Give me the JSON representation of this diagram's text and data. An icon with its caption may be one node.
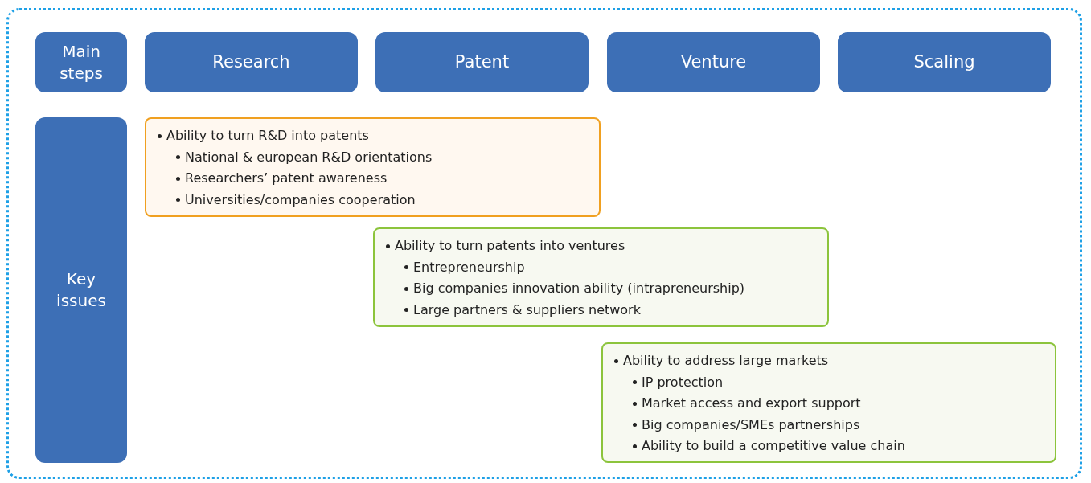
{
  "diagram": {
    "nodes": [
      {
        "text": [
          "Main steps"
        ]
      },
      {
        "text": [
          "Research"
        ]
      },
      {
        "text": [
          "Patent"
        ]
      },
      {
        "text": [
          "Venture"
        ]
      },
      {
        "text": [
          "Scaling"
        ]
      },
      {
        "text": [
          "Key issues"
        ]
      },
      {
        "text": [
          "Ability to turn R&D into patents",
          "National & european R&D orientations",
          "Researchers’ patent awareness",
          "Universities/companies cooperation"
        ]
      },
      {
        "text": [
          "Ability to turn patents into ventures",
          "Entrepreneurship",
          "Big companies innovation ability (intrapreneurship)",
          "Large partners & suppliers network"
        ]
      },
      {
        "text": [
          "Ability to address large markets",
          "IP protection",
          "Market access and export support",
          "Big companies/SMEs partnerships",
          "Ability to build a competitive value chain"
        ]
      }
    ]
  }
}
